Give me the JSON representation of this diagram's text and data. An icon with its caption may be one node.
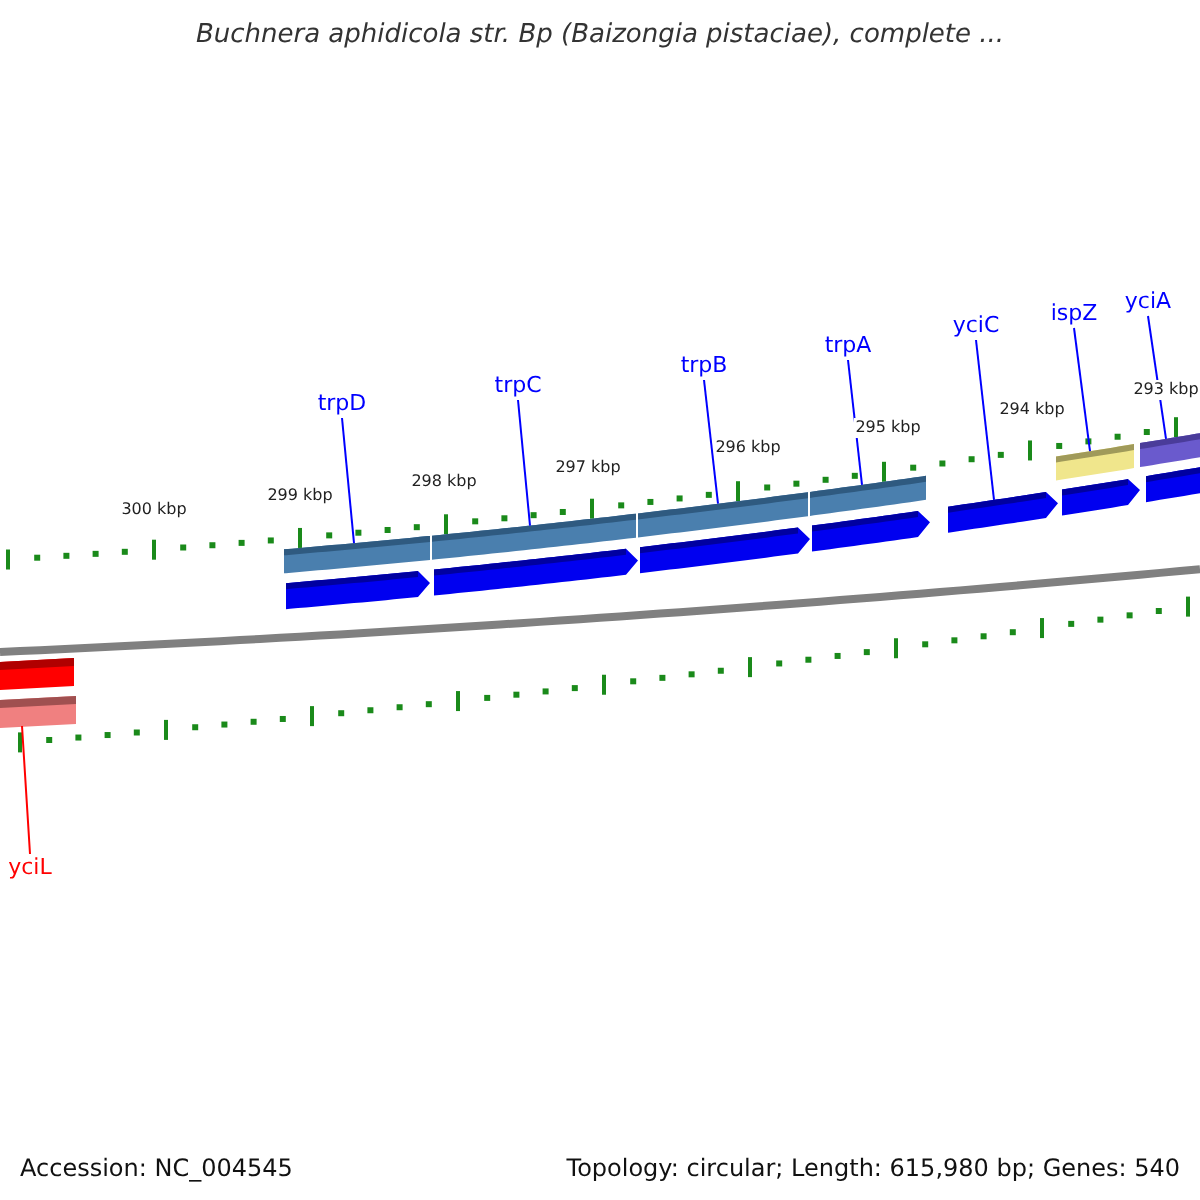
{
  "diagram": {
    "title": "Buchnera aphidicola str. Bp (Baizongia pistaciae), complete ...",
    "nodes": [
      {
        "text": [
          "trpD"
        ]
      },
      {
        "text": [
          "trpC"
        ]
      },
      {
        "text": [
          "trpB"
        ]
      },
      {
        "text": [
          "trpA"
        ]
      },
      {
        "text": [
          "yciC"
        ]
      },
      {
        "text": [
          "ispZ"
        ]
      },
      {
        "text": [
          "yciA"
        ]
      },
      {
        "text": [
          "yciL"
        ]
      },
      {
        "text": [],
        "shape": "bar"
      },
      {
        "text": [],
        "shape": "bar"
      },
      {
        "text": [],
        "shape": "bar"
      },
      {
        "text": [],
        "shape": "bar"
      },
      {
        "text": [],
        "shape": "bar"
      },
      {
        "text": [],
        "shape": "bar"
      },
      {
        "text": [],
        "shape": "bar"
      },
      {
        "text": [],
        "shape": "bar"
      },
      {
        "text": [],
        "shape": "bar"
      },
      {
        "text": [],
        "shape": "bar"
      },
      {
        "text": [],
        "shape": "bar"
      },
      {
        "text": [],
        "shape": "bar"
      },
      {
        "text": [],
        "shape": "bar"
      },
      {
        "text": [],
        "shape": "bar"
      },
      {
        "text": [],
        "shape": "bar"
      }
    ],
    "edges": [
      {
        "from": 0,
        "to": 10,
        "arrow": "none"
      },
      {
        "from": 1,
        "to": 12,
        "arrow": "none"
      },
      {
        "from": 2,
        "to": 14,
        "arrow": "none"
      },
      {
        "from": 3,
        "to": 16,
        "arrow": "none"
      },
      {
        "from": 4,
        "to": 18,
        "arrow": "none"
      },
      {
        "from": 5,
        "to": 19,
        "arrow": "none"
      },
      {
        "from": 6,
        "to": 21,
        "arrow": "none"
      },
      {
        "from": 7,
        "to": 9,
        "arrow": "none",
        "color": "#ff0000"
      }
    ],
    "labels": [
      "300 kbp",
      "299 kbp",
      "298 kbp",
      "297 kbp",
      "296 kbp",
      "295 kbp",
      "294 kbp",
      "293 kbp",
      "Accession: NC_004545",
      "Topology: circular; Length: 615,980 bp; Genes: 540"
    ]
  }
}
